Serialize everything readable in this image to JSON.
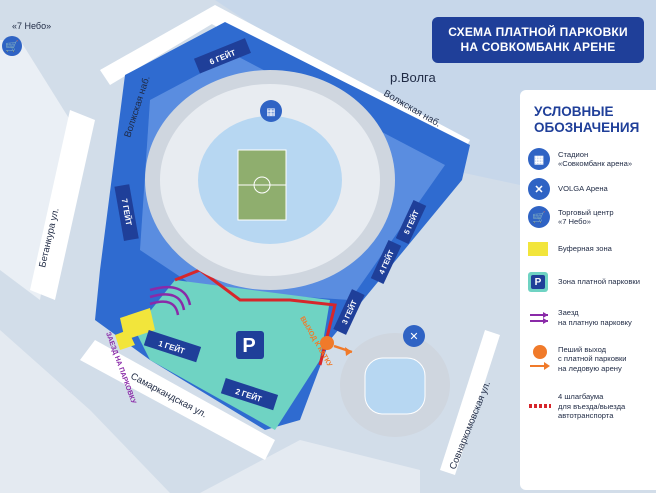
{
  "title": {
    "line1": "СХЕМА ПЛАТНОЙ ПАРКОВКИ",
    "line2": "НА СОВКОМБАНК АРЕНЕ"
  },
  "map_labels": {
    "nebo": "«7 Небо»",
    "river": "р.Волга",
    "volzhskaya_nab_1": "Волжская наб.",
    "volzhskaya_nab_2": "Волжская наб.",
    "betankura": "Бетанкура ул.",
    "samarkandskaya": "Самаркандская ул.",
    "sovnarkomovskaya": "Совнаркомовская ул.",
    "entry_parking": "ЗАЕЗД НА ПАРКОВКУ",
    "exit_katok": "ВЫХОД К КАТКУ",
    "parking_symbol": "P"
  },
  "gates": {
    "g1": "1 ГЕЙТ",
    "g2": "2 ГЕЙТ",
    "g3": "3 ГЕЙТ",
    "g4": "4 ГЕЙТ",
    "g5": "5 ГЕЙТ",
    "g6": "6 ГЕЙТ",
    "g7": "7 ГЕЙТ"
  },
  "legend": {
    "title_line1": "УСЛОВНЫЕ",
    "title_line2": "ОБОЗНАЧЕНИЯ",
    "items": [
      {
        "icon": "stadium-icon",
        "text_l1": "Стадион",
        "text_l2": "«Совкомбанк арена»"
      },
      {
        "icon": "hockey-icon",
        "text_l1": "VOLGA Арена",
        "text_l2": ""
      },
      {
        "icon": "cart-icon",
        "text_l1": "Торговый центр",
        "text_l2": "«7 Небо»"
      },
      {
        "icon": "buffer-zone-swatch",
        "text_l1": "Буферная зона",
        "text_l2": ""
      },
      {
        "icon": "parking-zone-swatch",
        "text_l1": "Зона платной парковки",
        "text_l2": ""
      },
      {
        "icon": "entry-arrow-icon",
        "text_l1": "Заезд",
        "text_l2": "на платную парковку"
      },
      {
        "icon": "pedestrian-exit-icon",
        "text_l1": "Пеший выход",
        "text_l2": "с платной парковки",
        "text_l3": "на ледовую арену"
      },
      {
        "icon": "barrier-icon",
        "text_l1": "4 шлагбаума",
        "text_l2": "для въезда/выезда",
        "text_l3": "автотранспорта"
      }
    ]
  },
  "colors": {
    "stadium_zone": "#2f6bd0",
    "stadium_zone_light": "#5a8de0",
    "parking_zone": "#6fd3c3",
    "buffer_zone": "#f2e53b",
    "gate": "#1f3f99",
    "barrier_red": "#d6262b",
    "entry_arrow": "#8a2aa8",
    "exit_arrow": "#f07a2a",
    "river": "#c5d8ec"
  }
}
